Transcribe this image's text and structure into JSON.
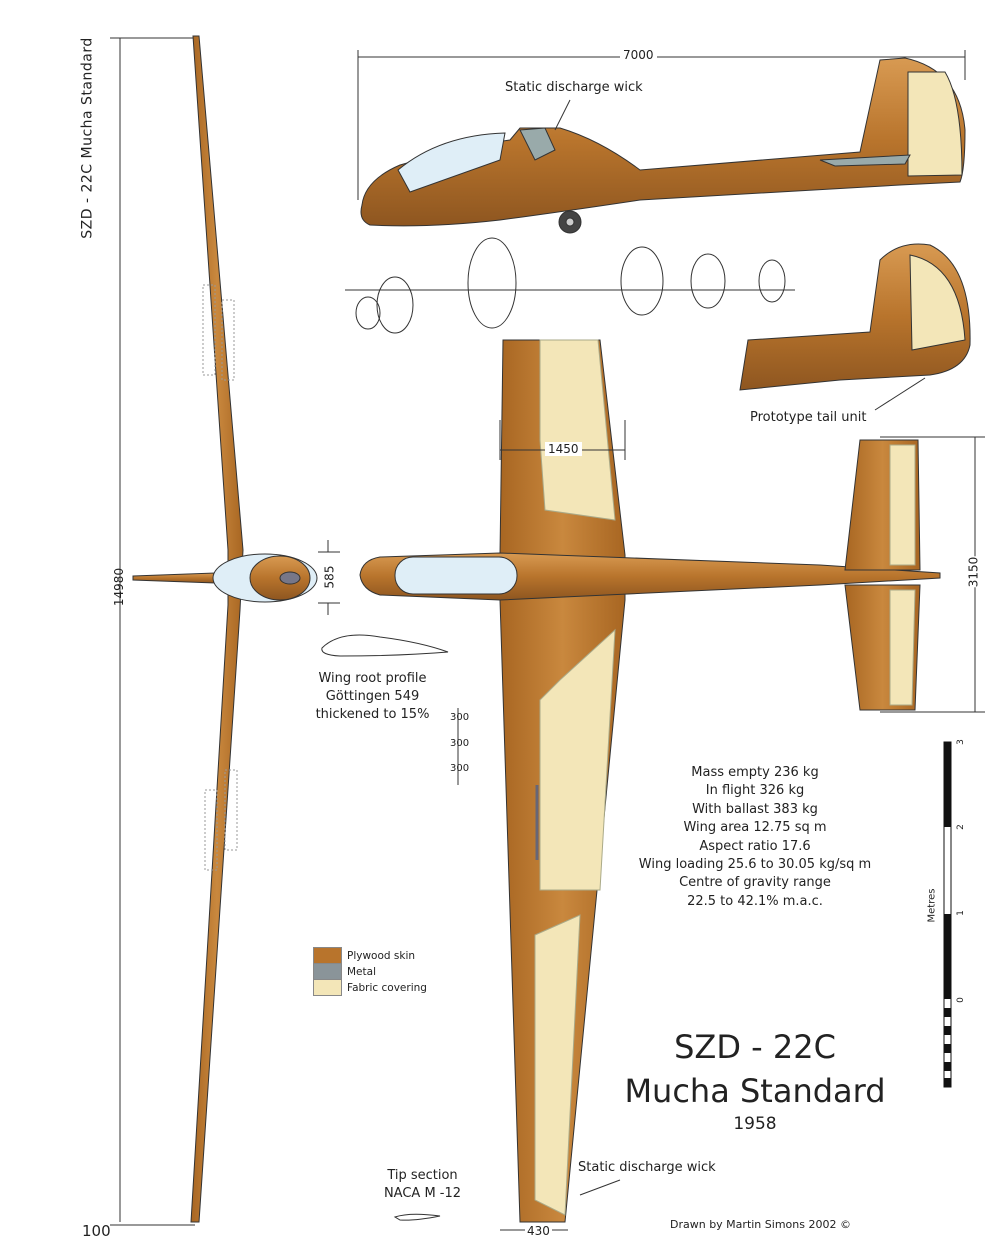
{
  "vertical_title": "SZD - 22C Mucha Standard",
  "title": {
    "line1": "SZD - 22C",
    "line2": "Mucha Standard",
    "year": "1958"
  },
  "dimensions": {
    "length": "7000",
    "span": "14980",
    "fuselage_height": "585",
    "root_chord": "1450",
    "tip_chord": "430",
    "tail_span": "3150",
    "rib_spacing": [
      "300",
      "300",
      "300"
    ],
    "bottom_left": "100"
  },
  "labels": {
    "static_wick_top": "Static discharge wick",
    "static_wick_bottom": "Static discharge wick",
    "prototype_tail": "Prototype tail unit",
    "root_profile": [
      "Wing root profile",
      "Göttingen 549",
      "thickened to 15%"
    ],
    "tip_section": [
      "Tip section",
      "NACA M -12"
    ]
  },
  "specs": [
    "Mass empty 236 kg",
    "In flight 326 kg",
    "With ballast 383 kg",
    "Wing area 12.75 sq m",
    "Aspect ratio 17.6",
    "Wing loading 25.6 to 30.05 kg/sq m",
    "Centre of gravity range",
    "22.5 to 42.1% m.a.c."
  ],
  "legend": [
    {
      "label": "Plywood skin",
      "color": "#b8742c"
    },
    {
      "label": "Metal",
      "color": "#8a9499"
    },
    {
      "label": "Fabric covering",
      "color": "#f3e6b8"
    }
  ],
  "scale": {
    "unit": "Metres",
    "ticks": [
      "0",
      "1",
      "2",
      "3"
    ]
  },
  "credit": "Drawn by Martin Simons  2002 ©"
}
